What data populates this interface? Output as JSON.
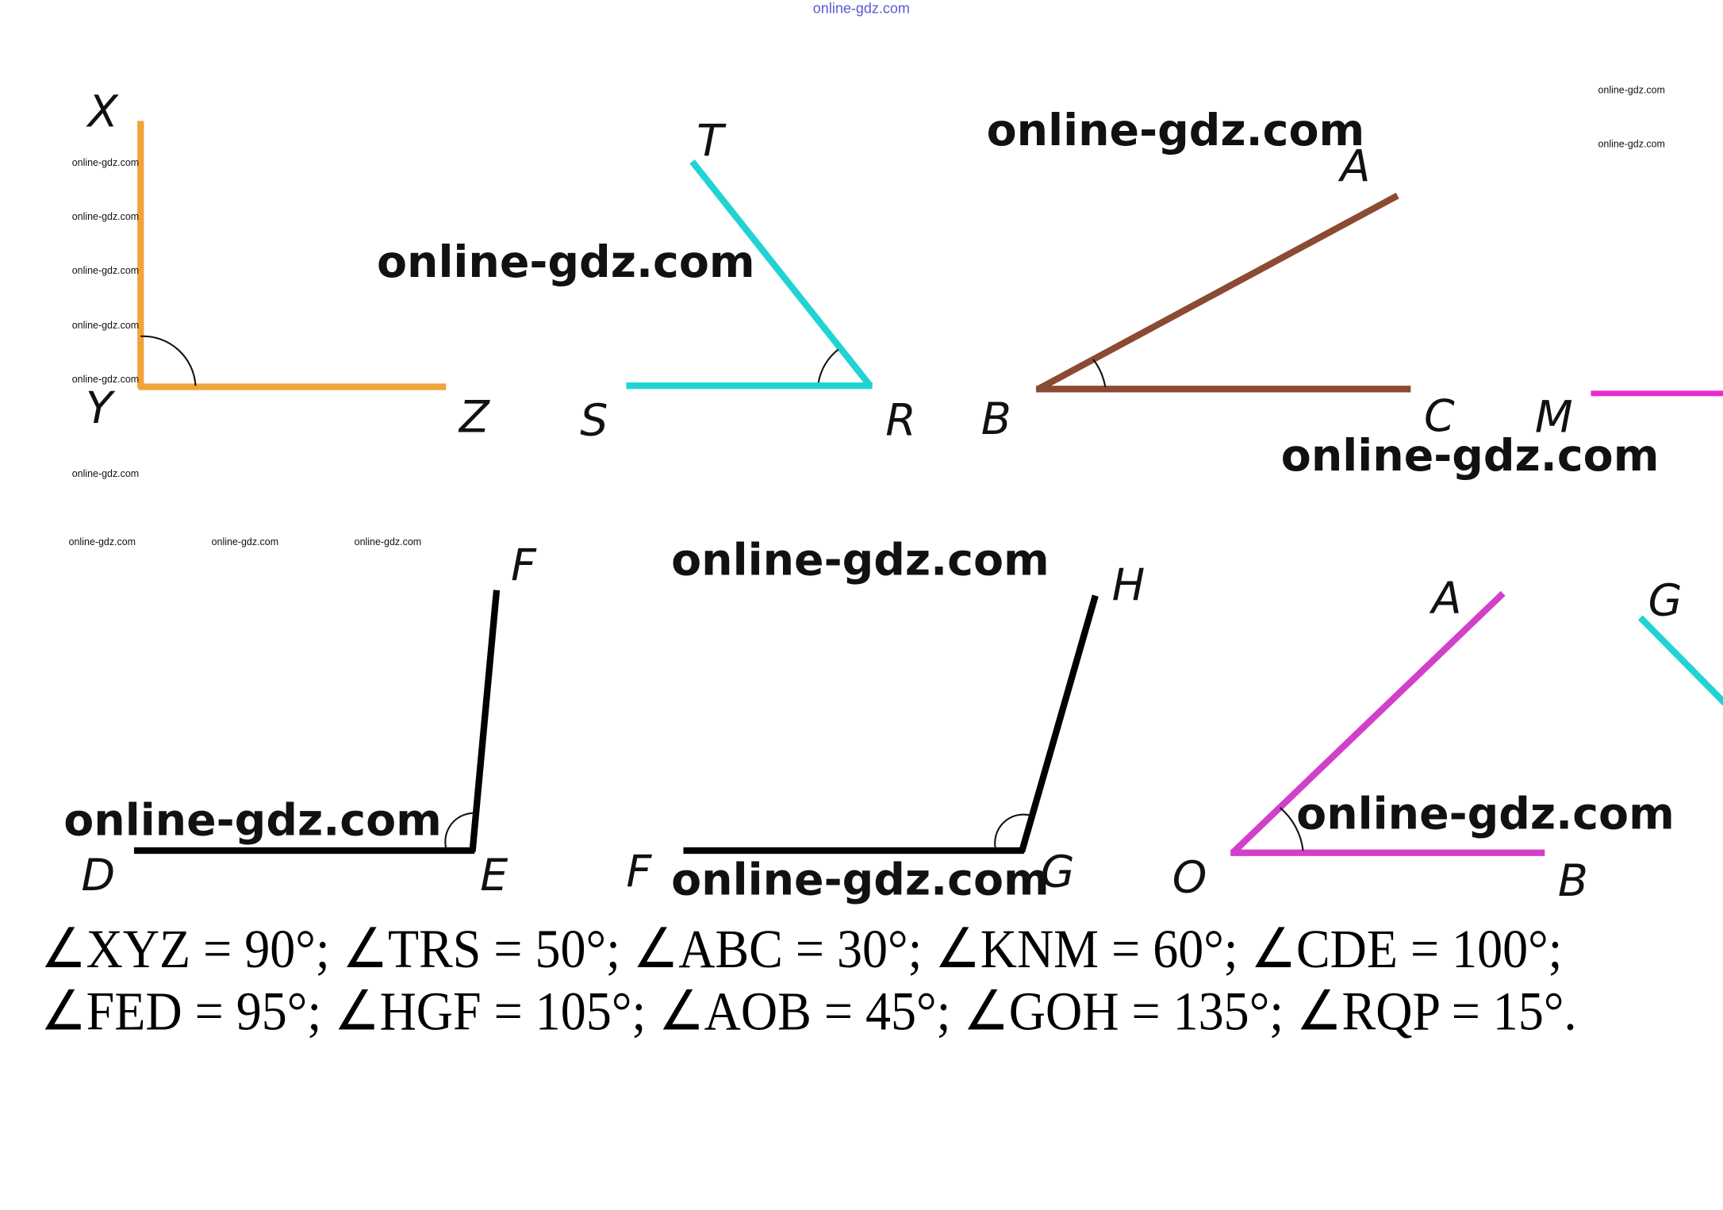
{
  "watermarks": {
    "top": "online-gdz.com",
    "big": [
      "online-gdz.com",
      "online-gdz.com",
      "online-gdz.com",
      "online-gdz.com",
      "online-gdz.com",
      "online-gdz.com",
      "online-gdz.com"
    ],
    "small": [
      "online-gdz.com",
      "online-gdz.com",
      "online-gdz.com",
      "online-gdz.com",
      "online-gdz.com",
      "online-gdz.com",
      "online-gdz.com",
      "online-gdz.com",
      "online-gdz.com",
      "online-gdz.com",
      "online-gdz.com"
    ]
  },
  "angles": {
    "xyz": {
      "labels": [
        "X",
        "Y",
        "Z"
      ],
      "color": "#f0a43a"
    },
    "trs": {
      "labels": [
        "T",
        "S",
        "R"
      ],
      "color": "#22d3d3"
    },
    "abc": {
      "labels": [
        "A",
        "B",
        "C"
      ],
      "color": "#8b4a32"
    },
    "m": {
      "labels": [
        "M"
      ],
      "color": "#e82ad0"
    },
    "fed": {
      "labels": [
        "F",
        "D",
        "E"
      ],
      "color": "#000000"
    },
    "hgf": {
      "labels": [
        "H",
        "F",
        "G"
      ],
      "color": "#000000"
    },
    "aob": {
      "labels": [
        "A",
        "O",
        "B"
      ],
      "color": "#d23fc8"
    },
    "g": {
      "labels": [
        "G"
      ],
      "color": "#22d3d3"
    }
  },
  "answer": {
    "line1": "∠XYZ = 90°; ∠TRS = 50°; ∠ABC = 30°; ∠KNM = 60°; ∠CDE = 100°;",
    "line2": "∠FED = 95°; ∠HGF = 105°; ∠AOB = 45°; ∠GOH = 135°; ∠RQP = 15°."
  }
}
